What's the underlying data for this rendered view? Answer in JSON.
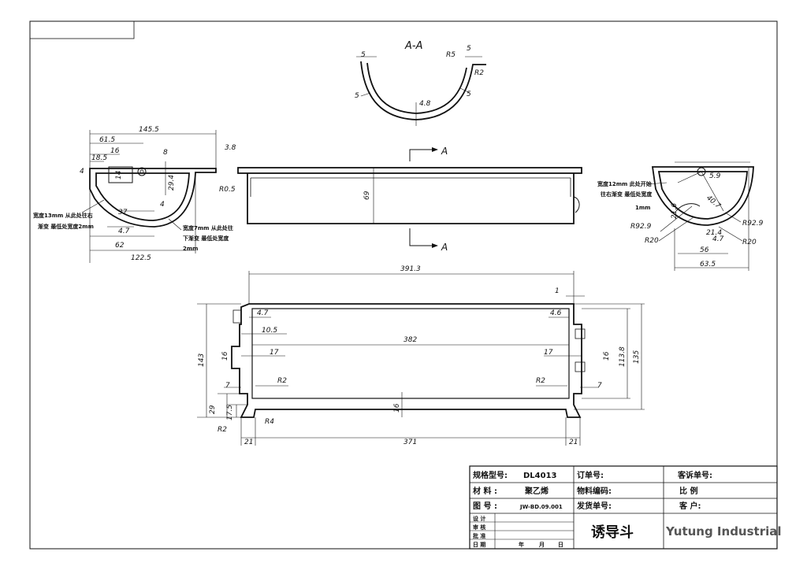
{
  "section": {
    "title": "A-A",
    "dims": [
      "5",
      "R5",
      "5",
      "R2",
      "5",
      "4.8",
      "5"
    ]
  },
  "side_left": {
    "dims": [
      "145.5",
      "61.5",
      "16",
      "18.5",
      "8",
      "3.8",
      "4",
      "14",
      "29.4",
      "R0.5",
      "4",
      "37",
      "4.7",
      "62",
      "122.5"
    ],
    "notes": [
      "宽度13mm 从此处往右",
      "渐变 最低处宽度2mm",
      "宽度7mm 从此处往",
      "下渐变 最低处宽度",
      "2mm"
    ]
  },
  "front": {
    "height": "69",
    "section_marks": [
      "A",
      "A"
    ]
  },
  "side_right": {
    "dims": [
      "5.9",
      "40.7",
      "21.6",
      "R92.9",
      "R20",
      "21.4",
      "4.7",
      "R92.9",
      "R20",
      "56",
      "63.5",
      "1mm"
    ],
    "notes": [
      "宽度12mm 此处开始",
      "往右渐变 最低处宽度"
    ]
  },
  "top": {
    "dims": [
      "391.3",
      "1",
      "4.7",
      "4.6",
      "10.5",
      "382",
      "17",
      "17",
      "16",
      "16",
      "113.8",
      "135",
      "143",
      "7",
      "R2",
      "R2",
      "7",
      "16",
      "29",
      "17.5",
      "R2",
      "R4",
      "21",
      "371",
      "21"
    ]
  },
  "title_block": {
    "model_label": "规格型号:",
    "model_value": "DL4013",
    "order_label": "订单号:",
    "complaint_label": "客诉单号:",
    "material_label": "材  料 :",
    "material_value": "聚乙烯",
    "material_code_label": "物料编码:",
    "scale_label": "比  例",
    "drawing_no_label": "图  号 :",
    "drawing_no_value": "JW-BD.09.001",
    "shipping_label": "发货单号:",
    "customer_label": "客 户:",
    "design_label": "设 计",
    "review_label": "审 核",
    "approve_label": "批 准",
    "date_label": "日 期",
    "year_label": "年",
    "month_label": "月",
    "day_label": "日",
    "part_name": "诱导斗",
    "company": "Yutung Industrial"
  }
}
